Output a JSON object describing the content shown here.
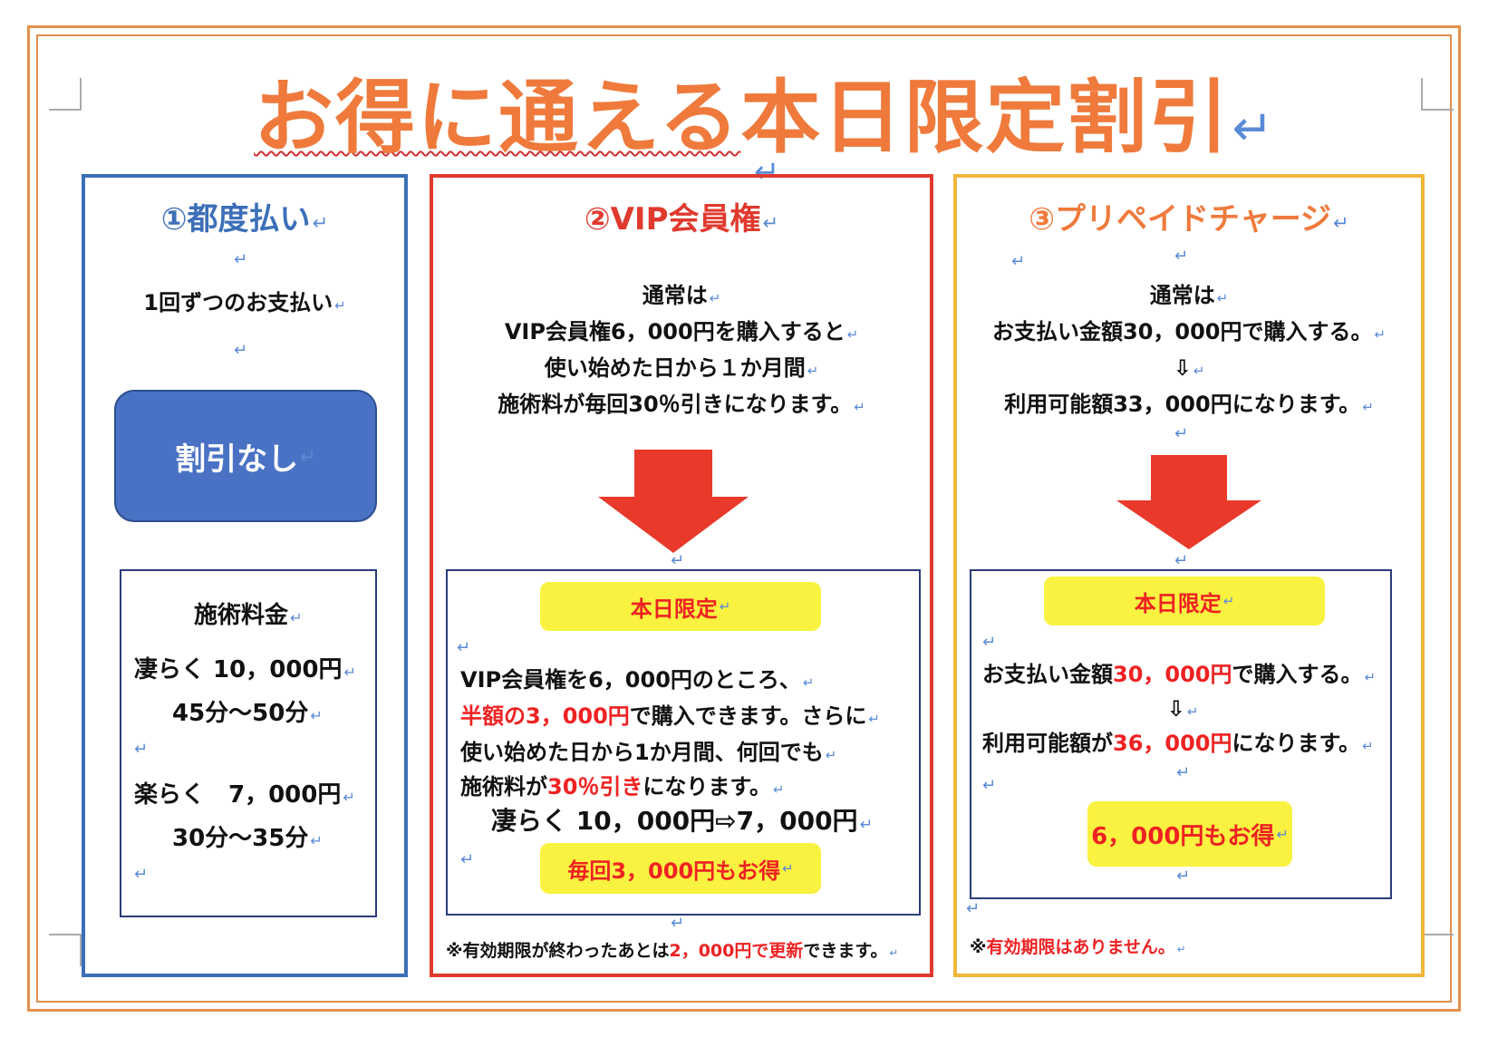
{
  "title": {
    "pre": "お得に通える",
    "post": "本日限定割引"
  },
  "col1": {
    "heading": "①都度払い",
    "desc": "1回ずつのお支払い",
    "badge": "割引なし",
    "price_title": "施術料金",
    "item1_price": "凄らく 10，000円",
    "item1_time": "45分～50分",
    "item2_price": "楽らく　7，000円",
    "item2_time": "30分～35分"
  },
  "col2": {
    "heading": "②VIP会員権",
    "line1": "通常は",
    "line2": "VIP会員権6，000円を購入すると",
    "line3": "使い始めた日から１か月間",
    "line4": "施術料が毎回30％引きになります。",
    "today_label": "本日限定",
    "b1": "VIP会員権を6，000円のところ、",
    "b2_red": "半額の3，000円",
    "b2_rest": "で購入できます。さらに",
    "b3": "使い始めた日から1か月間、何回でも",
    "b4_pre": "施術料が",
    "b4_red": "30％引き",
    "b4_post": "になります。",
    "b5": "凄らく 10，000円⇨7，000円",
    "saving": "毎回3，000円もお得",
    "note_pre": "※有効期限が終わったあとは",
    "note_red": "2，000円で更新",
    "note_post": "できます。"
  },
  "col3": {
    "heading": "③プリペイドチャージ",
    "line1": "通常は",
    "line2": "お支払い金額30，000円で購入する。",
    "line3": "⇩",
    "line4": "利用可能額33，000円になります。",
    "today_label": "本日限定",
    "b1_pre": "お支払い金額",
    "b1_red": "30，000円",
    "b1_post": "で購入する。",
    "b2": "⇩",
    "b3_pre": "利用可能額が",
    "b3_red": "36，000円",
    "b3_post": "になります。",
    "saving": "6，000円もお得",
    "note_pre": "※",
    "note_red": "有効期限はありません。"
  },
  "return_mark": "↵",
  "colors": {
    "title": "#ef7a3c",
    "blue": "#3c6fb8",
    "red": "#e03a2e",
    "yellow": "#f0b73a",
    "highlight": "#f9f240"
  }
}
